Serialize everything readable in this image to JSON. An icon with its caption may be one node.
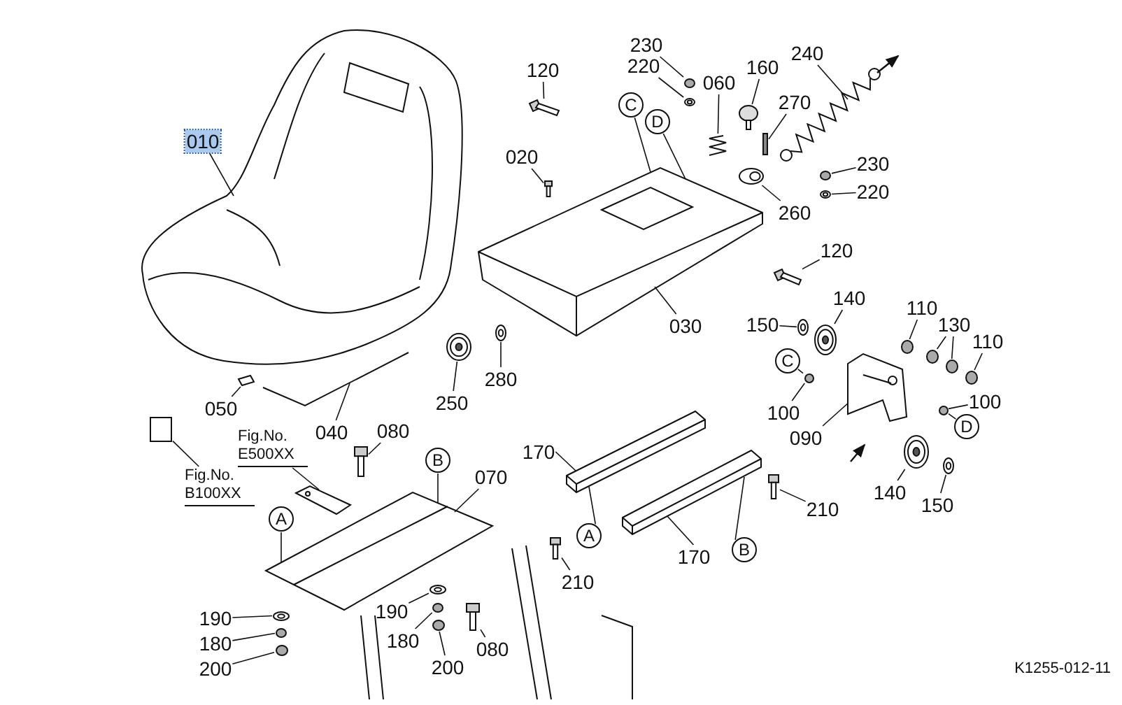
{
  "diagram": {
    "nodes": [
      {
        "text": [
          "120"
        ]
      },
      {
        "text": [
          "230"
        ]
      },
      {
        "text": [
          "220"
        ]
      },
      {
        "text": [
          "060"
        ]
      },
      {
        "text": [
          "160"
        ]
      },
      {
        "text": [
          "240"
        ]
      },
      {
        "text": [
          "270"
        ]
      },
      {
        "text": [
          "C"
        ]
      },
      {
        "text": [
          "D"
        ]
      },
      {
        "text": [
          "010"
        ]
      },
      {
        "text": [
          "020"
        ]
      },
      {
        "text": [
          "230"
        ]
      },
      {
        "text": [
          "220"
        ]
      },
      {
        "text": [
          "260"
        ]
      },
      {
        "text": [
          "120"
        ]
      },
      {
        "text": [
          "140"
        ]
      },
      {
        "text": [
          "110"
        ]
      },
      {
        "text": [
          "130"
        ]
      },
      {
        "text": [
          "150"
        ]
      },
      {
        "text": [
          "030"
        ]
      },
      {
        "text": [
          "110"
        ]
      },
      {
        "text": [
          "C"
        ]
      },
      {
        "text": [
          "280"
        ]
      },
      {
        "text": [
          "250"
        ]
      },
      {
        "text": [
          "100"
        ]
      },
      {
        "text": [
          "050"
        ]
      },
      {
        "text": [
          "100"
        ]
      },
      {
        "text": [
          "D"
        ]
      },
      {
        "text": [
          "090"
        ]
      },
      {
        "text": [
          "080"
        ]
      },
      {
        "text": [
          "040"
        ]
      },
      {
        "text": [
          "Fig.No. E500XX"
        ]
      },
      {
        "text": [
          "170"
        ]
      },
      {
        "text": [
          "B"
        ]
      },
      {
        "text": [
          "070"
        ]
      },
      {
        "text": [
          "Fig.No. B100XX"
        ]
      },
      {
        "text": [
          "140"
        ]
      },
      {
        "text": [
          "150"
        ]
      },
      {
        "text": [
          "210"
        ]
      },
      {
        "text": [
          "A"
        ]
      },
      {
        "text": [
          "B"
        ]
      },
      {
        "text": [
          "A"
        ]
      },
      {
        "text": [
          "170"
        ]
      },
      {
        "text": [
          "210"
        ]
      },
      {
        "text": [
          "190"
        ]
      },
      {
        "text": [
          "190"
        ]
      },
      {
        "text": [
          "180"
        ]
      },
      {
        "text": [
          "180"
        ]
      },
      {
        "text": [
          "080"
        ]
      },
      {
        "text": [
          "200"
        ]
      },
      {
        "text": [
          "200"
        ]
      },
      {
        "text": [],
        "shape": "picture"
      },
      {
        "text": [],
        "shape": "circle"
      },
      {
        "text": [],
        "shape": "circle"
      },
      {
        "text": [],
        "shape": "picture"
      },
      {
        "text": [],
        "shape": "circle"
      },
      {
        "text": [],
        "shape": "bar"
      },
      {
        "text": [],
        "shape": "picture"
      },
      {
        "text": [],
        "shape": "circle"
      },
      {
        "text": [],
        "shape": "circle"
      },
      {
        "text": [],
        "shape": "picture"
      },
      {
        "text": [],
        "shape": "picture"
      },
      {
        "text": [],
        "shape": "picture"
      },
      {
        "text": [],
        "shape": "circle"
      },
      {
        "text": [],
        "shape": "circle"
      },
      {
        "text": [],
        "shape": "circle"
      },
      {
        "text": [],
        "shape": "circle"
      },
      {
        "text": [],
        "shape": "circle"
      },
      {
        "text": [],
        "shape": "circle"
      },
      {
        "text": [],
        "shape": "circle"
      },
      {
        "text": [],
        "shape": "picture"
      },
      {
        "text": [],
        "shape": "circle"
      },
      {
        "text": [],
        "shape": "picture"
      },
      {
        "text": [],
        "shape": "picture"
      },
      {
        "text": [],
        "shape": "picture"
      },
      {
        "text": [],
        "shape": "circle"
      },
      {
        "text": [],
        "shape": "picture"
      },
      {
        "text": [],
        "shape": "picture"
      },
      {
        "text": [],
        "shape": "circle"
      },
      {
        "text": [],
        "shape": "circle"
      },
      {
        "text": [],
        "shape": "circle"
      },
      {
        "text": [],
        "shape": "circle"
      },
      {
        "text": [],
        "shape": "picture"
      },
      {
        "text": [],
        "shape": "circle"
      },
      {
        "text": [],
        "shape": "circle"
      },
      {
        "text": [],
        "shape": "box"
      },
      {
        "text": [],
        "shape": "picture"
      },
      {
        "text": [],
        "shape": "picture"
      },
      {
        "text": [],
        "shape": "picture"
      },
      {
        "text": [],
        "shape": "picture"
      }
    ],
    "edges": [
      {
        "from": 0,
        "to": 51,
        "arrow": "none"
      },
      {
        "from": 1,
        "to": 52,
        "arrow": "none"
      },
      {
        "from": 2,
        "to": 53,
        "arrow": "none"
      },
      {
        "from": 3,
        "to": 54,
        "arrow": "none"
      },
      {
        "from": 4,
        "to": 55,
        "arrow": "none"
      },
      {
        "from": 5,
        "to": null,
        "arrow": "none"
      },
      {
        "from": 6,
        "to": 56,
        "arrow": "none"
      },
      {
        "from": 7,
        "to": null,
        "arrow": "none"
      },
      {
        "from": 8,
        "to": null,
        "arrow": "none"
      },
      {
        "from": 9,
        "to": null,
        "arrow": "none"
      },
      {
        "from": 10,
        "to": 60,
        "arrow": "none"
      },
      {
        "from": 11,
        "to": 58,
        "arrow": "none"
      },
      {
        "from": 12,
        "to": 59,
        "arrow": "none"
      },
      {
        "from": 13,
        "to": 57,
        "arrow": "none"
      },
      {
        "from": 14,
        "to": 61,
        "arrow": "none"
      },
      {
        "from": 15,
        "to": 62,
        "arrow": "none"
      },
      {
        "from": 16,
        "to": 64,
        "arrow": "none"
      },
      {
        "from": 17,
        "to": 65,
        "arrow": "none"
      },
      {
        "from": 17,
        "to": 66,
        "arrow": "none"
      },
      {
        "from": 18,
        "to": 63,
        "arrow": "none"
      },
      {
        "from": 19,
        "to": null,
        "arrow": "none"
      },
      {
        "from": 20,
        "to": 67,
        "arrow": "none"
      },
      {
        "from": 21,
        "to": 68,
        "arrow": "none"
      },
      {
        "from": 22,
        "to": 75,
        "arrow": "none"
      },
      {
        "from": 23,
        "to": 74,
        "arrow": "none"
      },
      {
        "from": 24,
        "to": 69,
        "arrow": "none"
      },
      {
        "from": 25,
        "to": 76,
        "arrow": "none"
      },
      {
        "from": 26,
        "to": 68,
        "arrow": "none"
      },
      {
        "from": 27,
        "to": 69,
        "arrow": "none"
      },
      {
        "from": 28,
        "to": 86,
        "arrow": "none"
      },
      {
        "from": 29,
        "to": 77,
        "arrow": "none"
      },
      {
        "from": 30,
        "to": null,
        "arrow": "none"
      },
      {
        "from": 31,
        "to": 87,
        "arrow": "none"
      },
      {
        "from": 32,
        "to": 88,
        "arrow": "none"
      },
      {
        "from": 33,
        "to": null,
        "arrow": "none"
      },
      {
        "from": 34,
        "to": null,
        "arrow": "none"
      },
      {
        "from": 35,
        "to": 85,
        "arrow": "none"
      },
      {
        "from": 36,
        "to": 70,
        "arrow": "none"
      },
      {
        "from": 37,
        "to": 71,
        "arrow": "none"
      },
      {
        "from": 38,
        "to": 72,
        "arrow": "none"
      },
      {
        "from": 39,
        "to": null,
        "arrow": "none"
      },
      {
        "from": 40,
        "to": 89,
        "arrow": "none"
      },
      {
        "from": 41,
        "to": 88,
        "arrow": "none"
      },
      {
        "from": 42,
        "to": 89,
        "arrow": "none"
      },
      {
        "from": 43,
        "to": 73,
        "arrow": "none"
      },
      {
        "from": 44,
        "to": 78,
        "arrow": "none"
      },
      {
        "from": 45,
        "to": 79,
        "arrow": "none"
      },
      {
        "from": 46,
        "to": 80,
        "arrow": "none"
      },
      {
        "from": 47,
        "to": 81,
        "arrow": "none"
      },
      {
        "from": 48,
        "to": 82,
        "arrow": "none"
      },
      {
        "from": 49,
        "to": 83,
        "arrow": "none"
      },
      {
        "from": 50,
        "to": 84,
        "arrow": "none"
      }
    ],
    "labels": [
      "K1255-012-11"
    ]
  }
}
